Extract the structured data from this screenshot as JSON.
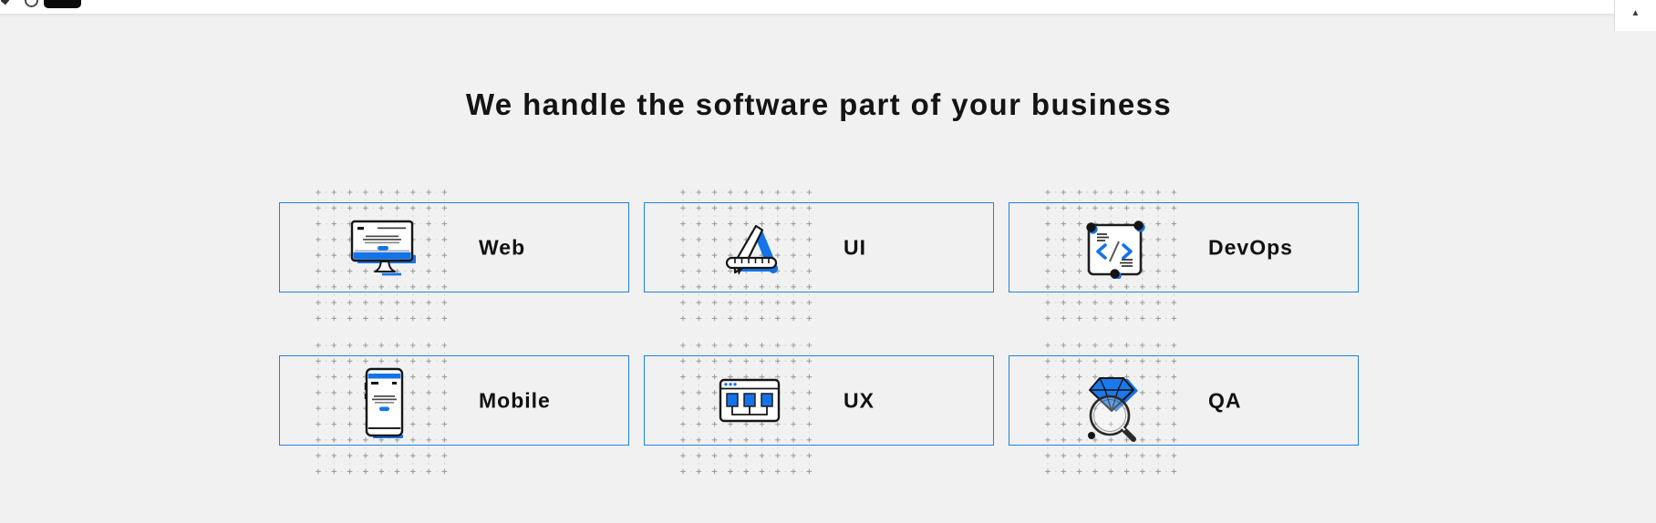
{
  "window": {
    "topbar": {
      "pill_label": ""
    },
    "scrollbar": {
      "up_arrow": "▲"
    }
  },
  "hero": {
    "heading": "We handle the software part of your business"
  },
  "services": [
    {
      "label": "Web",
      "icon": "desktop-monitor-icon"
    },
    {
      "label": "UI",
      "icon": "design-tools-icon"
    },
    {
      "label": "DevOps",
      "icon": "code-document-icon"
    },
    {
      "label": "Mobile",
      "icon": "smartphone-icon"
    },
    {
      "label": "UX",
      "icon": "wireframe-window-icon"
    },
    {
      "label": "QA",
      "icon": "diamond-magnifier-icon"
    }
  ],
  "colors": {
    "background": "#f1f1f2",
    "card_border": "#1e82e0",
    "icon_blue": "#1473e8",
    "heading_text": "#141414",
    "pattern_cross": "#9f9f9f"
  }
}
